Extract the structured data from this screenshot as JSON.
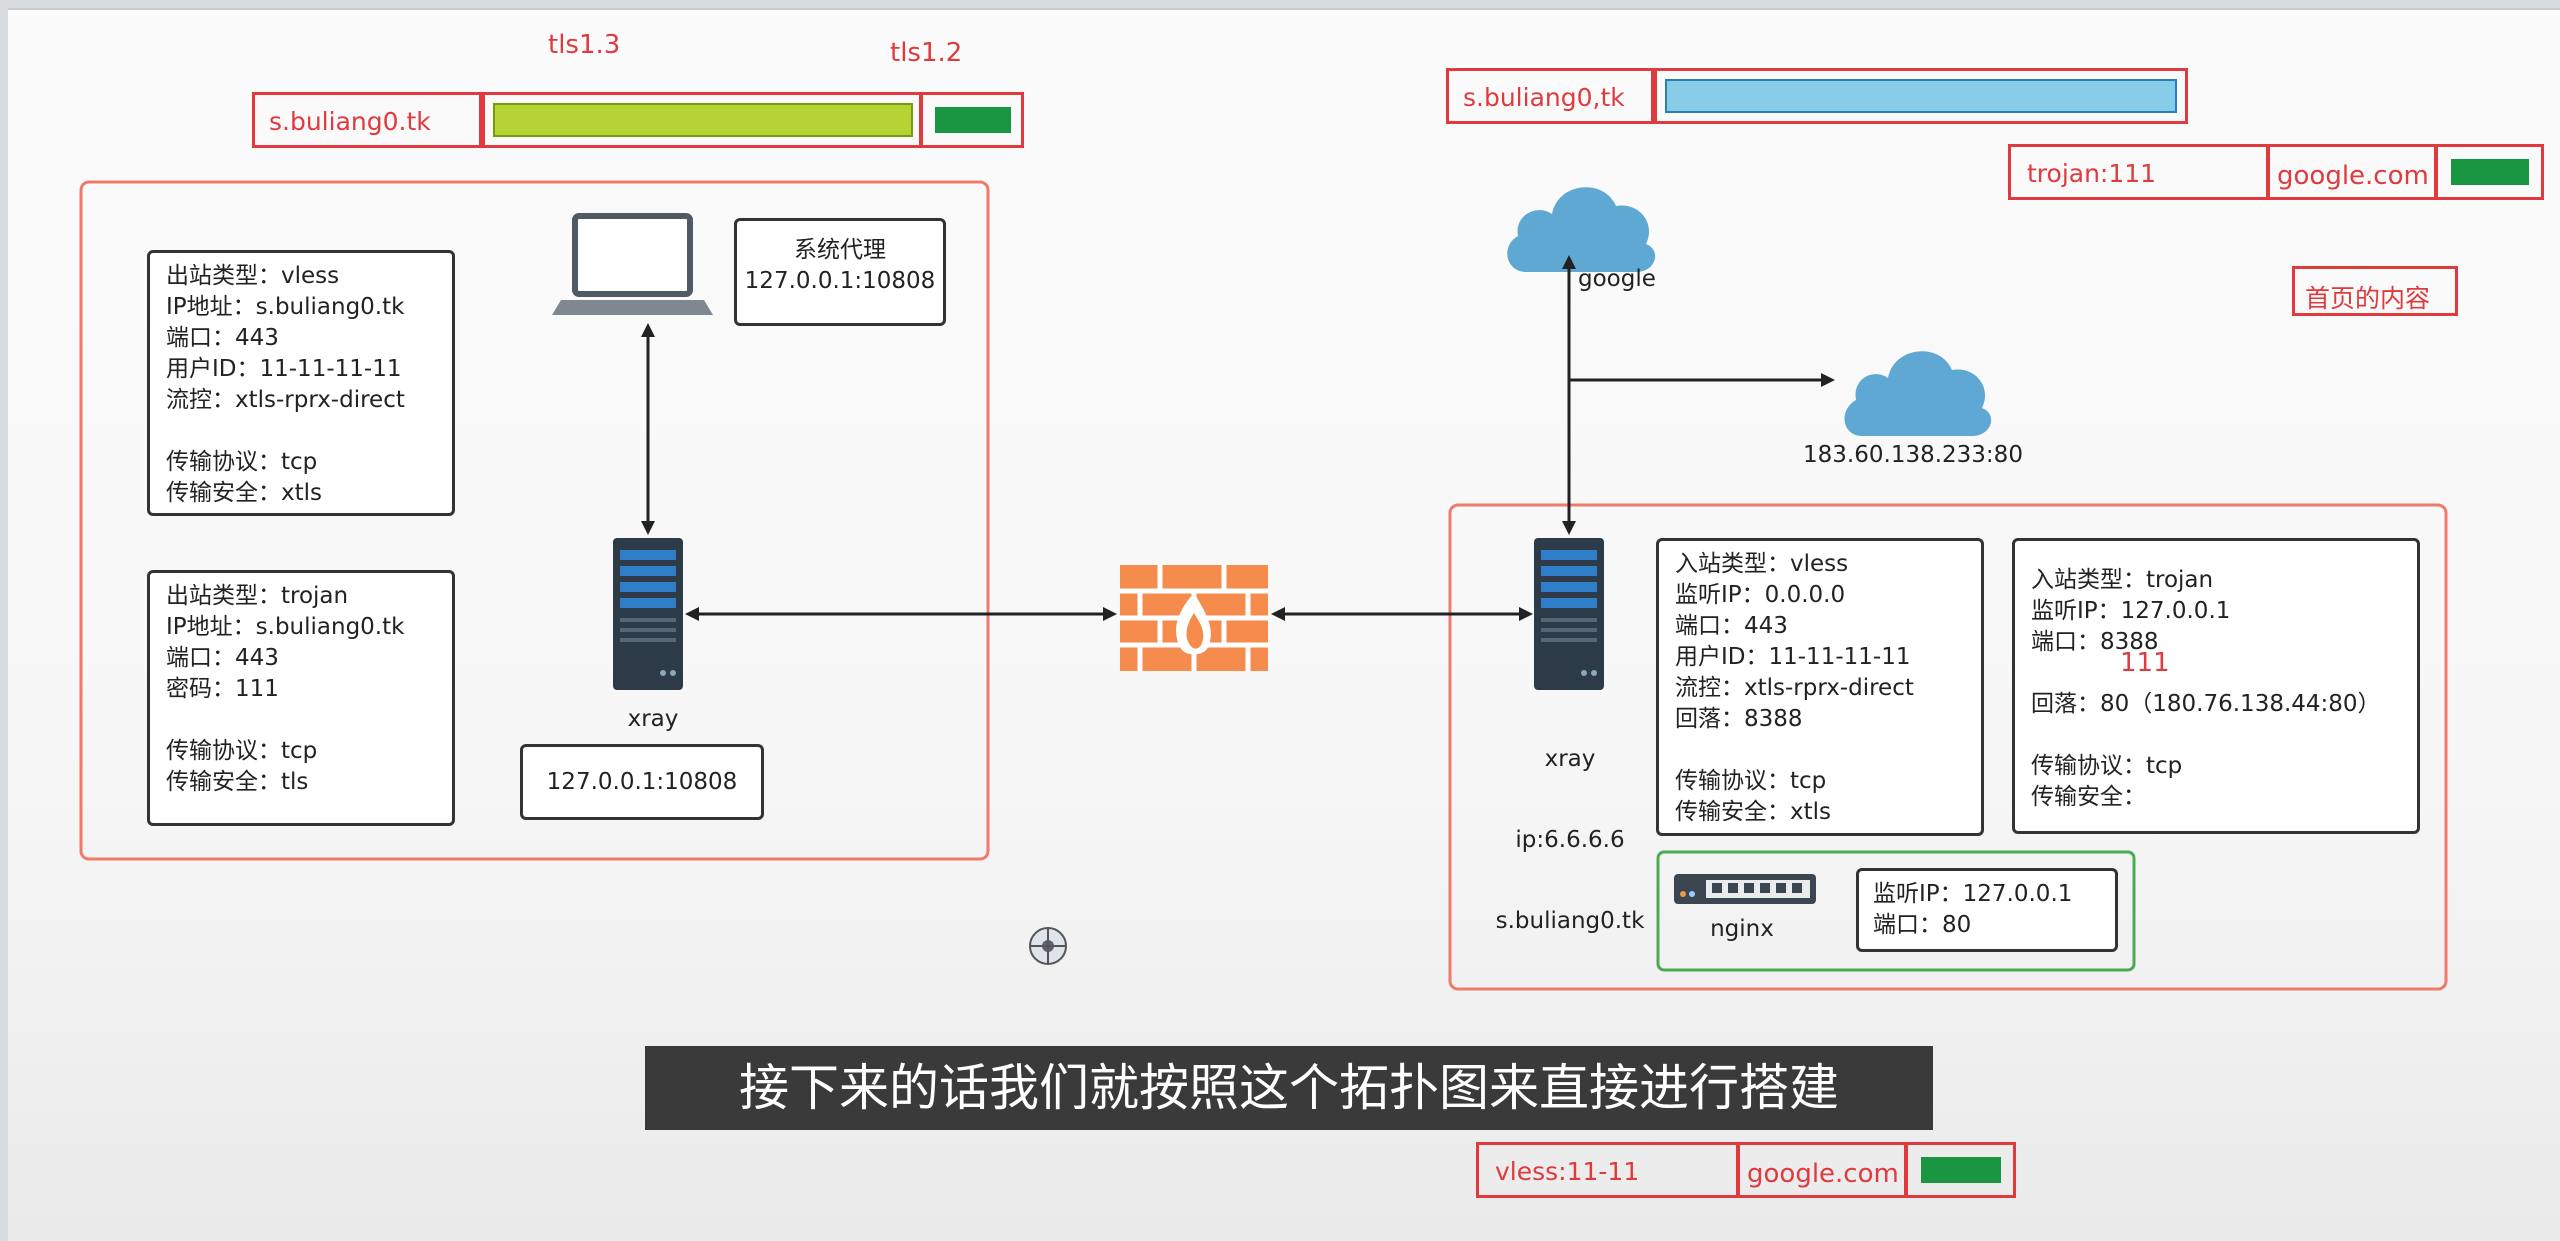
{
  "top_left": {
    "tls13": "tls1.3",
    "tls12": "tls1.2",
    "domain": "s.buliang0.tk"
  },
  "top_right": {
    "domain": "s.buliang0,tk",
    "trojan_label": "trojan:111",
    "google_label": "google.com",
    "homepage_label": "首页的内容"
  },
  "bottom_strip": {
    "vless_label": "vless:11-11",
    "google_label": "google.com"
  },
  "client": {
    "proxy_box": [
      "系统代理",
      "127.0.0.1:10808"
    ],
    "vless_box": [
      "出站类型：vless",
      "IP地址：s.buliang0.tk",
      "端口：443",
      "用户ID：11-11-11-11",
      "流控：xtls-rprx-direct",
      "",
      "传输协议：tcp",
      "传输安全：xtls"
    ],
    "trojan_box": [
      "出站类型：trojan",
      "IP地址：s.buliang0.tk",
      "端口：443",
      "密码：111",
      "",
      "传输协议：tcp",
      "传输安全：tls"
    ],
    "xray_label": "xray",
    "local_addr": "127.0.0.1:10808"
  },
  "server": {
    "google_label": "google",
    "site_label": "183.60.138.233:80",
    "xray_label": "xray",
    "xray_ip": "ip:6.6.6.6",
    "xray_domain": "s.buliang0.tk",
    "vless_inbound": [
      "入站类型：vless",
      "监听IP：0.0.0.0",
      "端口：443",
      "用户ID：11-11-11-11",
      "流控：xtls-rprx-direct",
      "回落：8388",
      "",
      "传输协议：tcp",
      "传输安全：xtls"
    ],
    "trojan_inbound": [
      "入站类型：trojan",
      "监听IP：127.0.0.1",
      "端口：8388",
      "",
      "回落：80（180.76.138.44:80）",
      "",
      "传输协议：tcp",
      "传输安全："
    ],
    "trojan_red_note": "111",
    "nginx_label": "nginx",
    "nginx_box": [
      "监听IP：127.0.0.1",
      "端口：80"
    ]
  },
  "subtitle": "接下来的话我们就按照这个拓扑图来直接进行搭建",
  "colors": {
    "red": "#e03a3e",
    "lime_bar": "#b5d334",
    "sky_bar": "#88cde8",
    "green_block": "#1a9642",
    "cloud": "#5fa8d3",
    "firewall": "#f58b4c",
    "nginx_green": "#4bab55"
  },
  "icons": [
    "laptop-icon",
    "server-icon",
    "firewall-icon",
    "cloud-icon",
    "switch-icon",
    "cursor-target-icon"
  ]
}
